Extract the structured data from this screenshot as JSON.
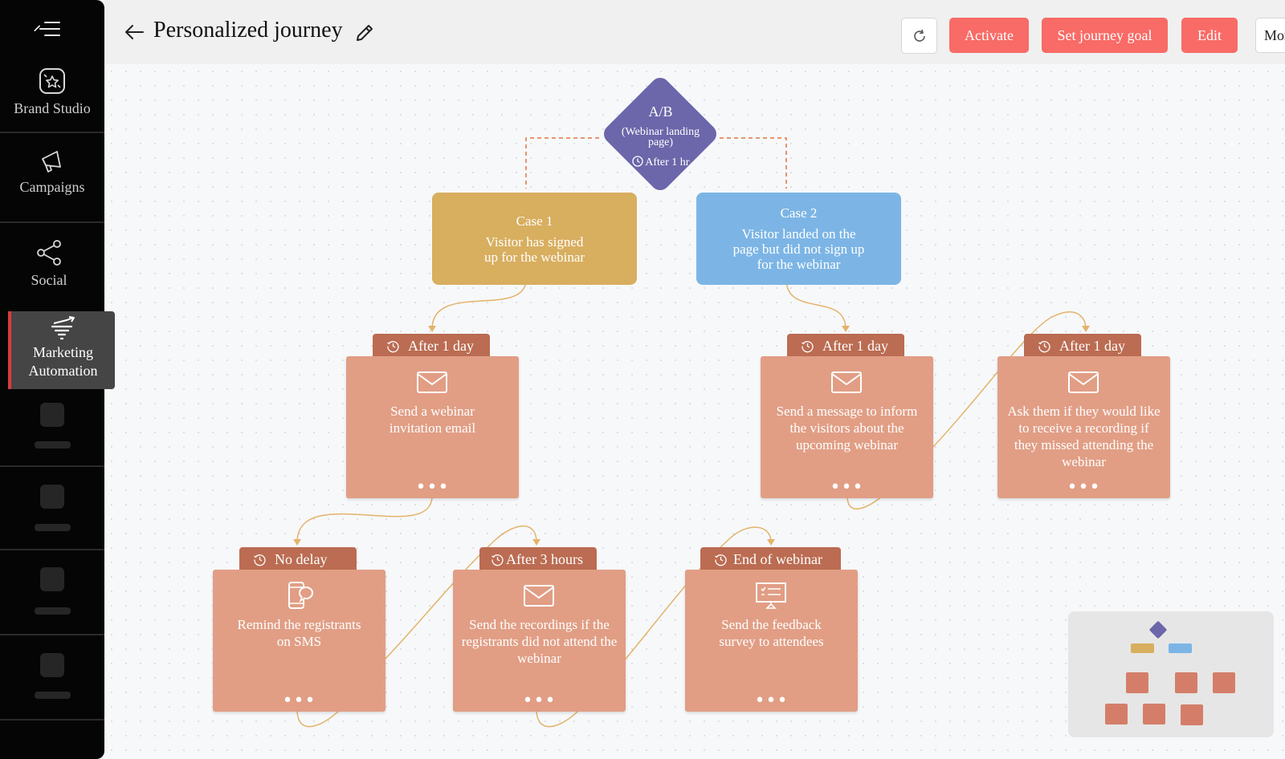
{
  "sidebar": {
    "menu_icon": "hamburger-menu-icon",
    "items": [
      {
        "label": "Brand Studio",
        "icon": "brand-studio-icon"
      },
      {
        "label": "Campaigns",
        "icon": "megaphone-icon"
      },
      {
        "label": "Social",
        "icon": "share-nodes-icon"
      },
      {
        "label": "Marketing Automation",
        "icon": "funnel-arrow-icon",
        "active": true
      }
    ],
    "active_accent": "#d93c3c"
  },
  "header": {
    "title": "Personalized journey",
    "back_icon": "arrow-left-icon",
    "edit_title_icon": "pencil-icon",
    "refresh_icon": "refresh-icon",
    "buttons": {
      "activate": "Activate",
      "set_goal": "Set journey goal",
      "edit": "Edit",
      "more": "More"
    },
    "button_color": "#f86b66"
  },
  "journey": {
    "ab_split": {
      "title": "A/B",
      "subtitle": "(Webinar landing page)",
      "delay": "After 1 hr",
      "color": "#6c66aa"
    },
    "cases": [
      {
        "title": "Case 1",
        "text": "Visitor has signed up for the webinar",
        "color": "#d8ae5f"
      },
      {
        "title": "Case 2",
        "text": "Visitor landed on the page but did not sign up for the webinar",
        "color": "#7cb5e5"
      }
    ],
    "steps": [
      {
        "delay": "After 1 day",
        "icon": "envelope-icon",
        "text": "Send a webinar invitation email",
        "more": "•••"
      },
      {
        "delay": "After 1 day",
        "icon": "envelope-icon",
        "text": "Send a message to inform the visitors about the upcoming webinar",
        "more": "•••"
      },
      {
        "delay": "After 1 day",
        "icon": "envelope-icon",
        "text": "Ask them if they would like to receive a recording if they missed attending the webinar",
        "more": "•••"
      },
      {
        "delay": "No delay",
        "icon": "mobile-chat-icon",
        "text": "Remind the registrants on SMS",
        "more": "•••"
      },
      {
        "delay": "After 3 hours",
        "icon": "envelope-icon",
        "text": "Send the recordings if the registrants did not attend the webinar",
        "more": "•••"
      },
      {
        "delay": "End of webinar",
        "icon": "presentation-board-icon",
        "text": "Send the feedback survey to attendees",
        "more": "•••"
      }
    ],
    "step_color": "#e19e85",
    "tag_color": "#bb6c52",
    "connector_color": "#e3b36a",
    "branch_line_color": "#e0743f"
  },
  "minimap": {
    "label": "minimap"
  }
}
